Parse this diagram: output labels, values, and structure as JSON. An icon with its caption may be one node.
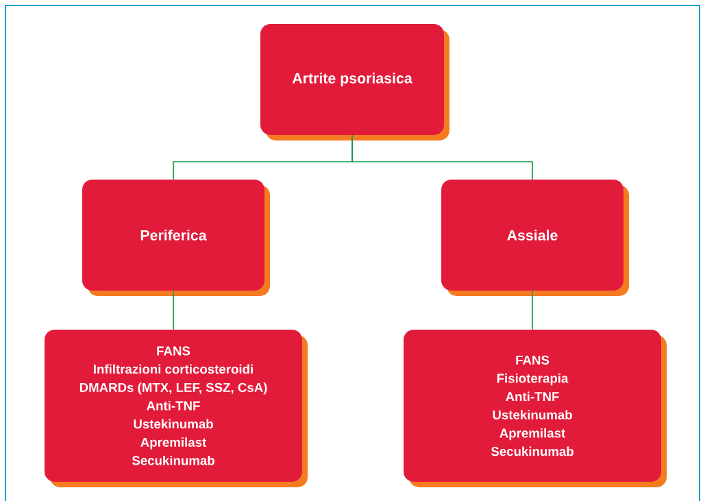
{
  "diagram": {
    "nodes": [
      {
        "text": [
          "Artrite psoriasica"
        ]
      },
      {
        "text": [
          "Periferica"
        ]
      },
      {
        "text": [
          "Assiale"
        ]
      },
      {
        "text": [
          "FANS",
          "Infiltrazioni corticosteroidi",
          "DMARDs (MTX, LEF, SSZ, CsA)",
          "Anti-TNF",
          "Ustekinumab",
          "Apremilast",
          "Secukinumab"
        ]
      },
      {
        "text": [
          "FANS",
          "Fisioterapia",
          "Anti-TNF",
          "Ustekinumab",
          "Apremilast",
          "Secukinumab"
        ]
      }
    ],
    "edges": [
      {
        "from": 0,
        "to": 1,
        "arrow": "none"
      },
      {
        "from": 0,
        "to": 2,
        "arrow": "none"
      },
      {
        "from": 1,
        "to": 3,
        "arrow": "none"
      },
      {
        "from": 2,
        "to": 4,
        "arrow": "none"
      }
    ]
  }
}
